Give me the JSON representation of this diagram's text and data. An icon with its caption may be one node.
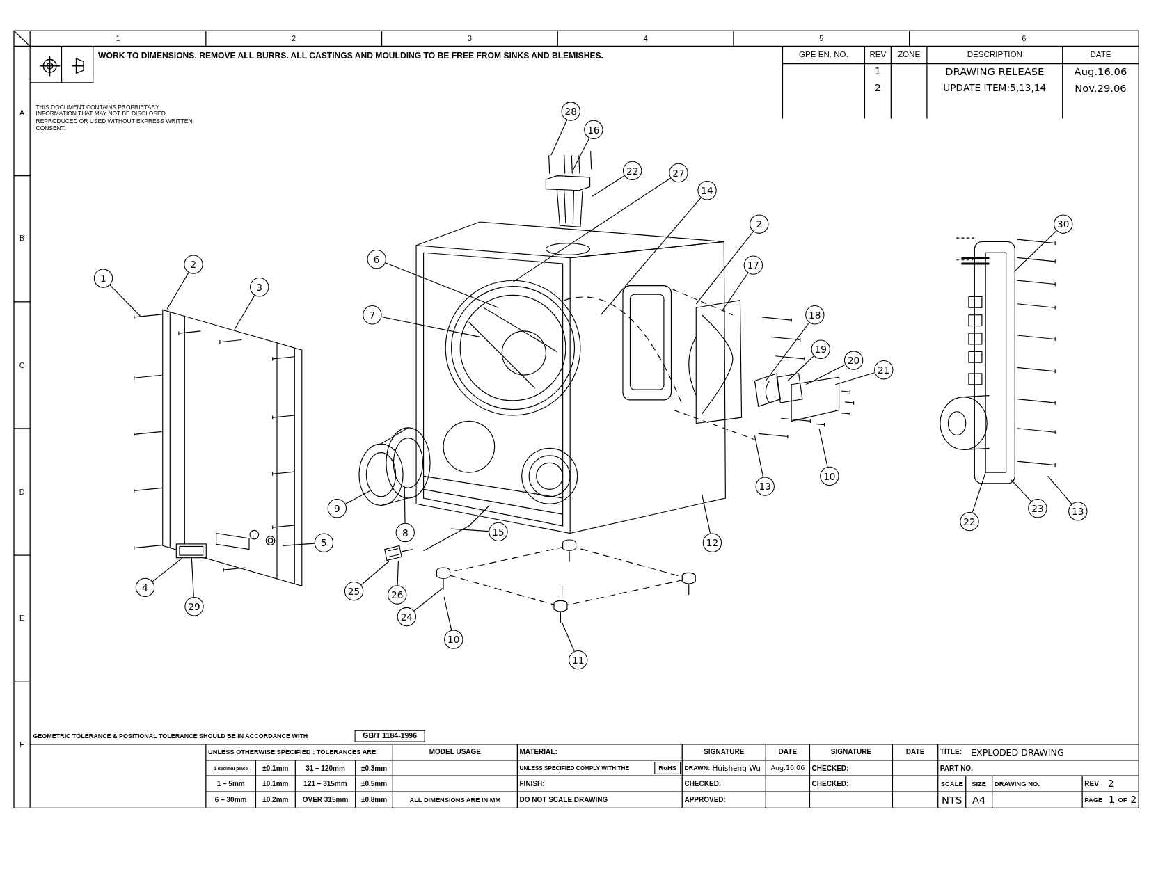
{
  "diagram": {
    "nodes": [
      {
        "text": [
          "28"
        ]
      },
      {
        "text": [
          "16"
        ]
      },
      {
        "text": [
          "22"
        ]
      },
      {
        "text": [
          "27"
        ]
      },
      {
        "text": [
          "14"
        ]
      },
      {
        "text": [
          "2"
        ]
      },
      {
        "text": [
          "30"
        ]
      },
      {
        "text": [
          "6"
        ]
      },
      {
        "text": [
          "2"
        ]
      },
      {
        "text": [
          "17"
        ]
      },
      {
        "text": [
          "1"
        ]
      },
      {
        "text": [
          "3"
        ]
      },
      {
        "text": [
          "7"
        ]
      },
      {
        "text": [
          "18"
        ]
      },
      {
        "text": [
          "19"
        ]
      },
      {
        "text": [
          "20"
        ]
      },
      {
        "text": [
          "21"
        ]
      },
      {
        "text": [
          "10"
        ]
      },
      {
        "text": [
          "13"
        ]
      },
      {
        "text": [
          "23"
        ]
      },
      {
        "text": [
          "9"
        ]
      },
      {
        "text": [
          "13"
        ]
      },
      {
        "text": [
          "22"
        ]
      },
      {
        "text": [
          "8"
        ]
      },
      {
        "text": [
          "15"
        ]
      },
      {
        "text": [
          "5"
        ]
      },
      {
        "text": [
          "12"
        ]
      },
      {
        "text": [
          "4"
        ]
      },
      {
        "text": [
          "25"
        ]
      },
      {
        "text": [
          "26"
        ]
      },
      {
        "text": [
          "29"
        ]
      },
      {
        "text": [
          "24"
        ]
      },
      {
        "text": [
          "10"
        ]
      },
      {
        "text": [
          "11"
        ]
      },
      {
        "text": [],
        "shape": "box"
      },
      {
        "text": [],
        "shape": "picture"
      }
    ],
    "edges": [
      {
        "from": 0,
        "to": null,
        "arrow": "none"
      },
      {
        "from": 1,
        "to": null,
        "arrow": "none"
      },
      {
        "from": 2,
        "to": null,
        "arrow": "none"
      },
      {
        "from": 3,
        "to": null,
        "arrow": "none"
      },
      {
        "from": 4,
        "to": null,
        "arrow": "none"
      },
      {
        "from": 5,
        "to": null,
        "arrow": "none"
      },
      {
        "from": 6,
        "to": null,
        "arrow": "none"
      },
      {
        "from": 7,
        "to": null,
        "arrow": "none"
      },
      {
        "from": 8,
        "to": null,
        "arrow": "none"
      },
      {
        "from": 9,
        "to": null,
        "arrow": "none"
      },
      {
        "from": 10,
        "to": null,
        "arrow": "none"
      },
      {
        "from": 11,
        "to": null,
        "arrow": "none"
      },
      {
        "from": 12,
        "to": null,
        "arrow": "none"
      },
      {
        "from": 13,
        "to": null,
        "arrow": "none"
      },
      {
        "from": 14,
        "to": null,
        "arrow": "none"
      },
      {
        "from": 15,
        "to": null,
        "arrow": "none"
      },
      {
        "from": 16,
        "to": null,
        "arrow": "none"
      },
      {
        "from": 17,
        "to": null,
        "arrow": "none"
      },
      {
        "from": 18,
        "to": null,
        "arrow": "none"
      },
      {
        "from": 19,
        "to": null,
        "arrow": "none"
      },
      {
        "from": 20,
        "to": null,
        "arrow": "none"
      },
      {
        "from": 21,
        "to": null,
        "arrow": "none"
      },
      {
        "from": 22,
        "to": null,
        "arrow": "none"
      },
      {
        "from": 23,
        "to": null,
        "arrow": "none"
      },
      {
        "from": 24,
        "to": null,
        "arrow": "none"
      },
      {
        "from": 25,
        "to": null,
        "arrow": "none"
      },
      {
        "from": 26,
        "to": null,
        "arrow": "none"
      },
      {
        "from": 27,
        "to": 34,
        "arrow": "none"
      },
      {
        "from": 28,
        "to": 35,
        "arrow": "none"
      },
      {
        "from": 29,
        "to": 35,
        "arrow": "none"
      },
      {
        "from": 30,
        "to": 34,
        "arrow": "none"
      },
      {
        "from": 31,
        "to": null,
        "arrow": "none"
      },
      {
        "from": 32,
        "to": null,
        "arrow": "none"
      },
      {
        "from": 33,
        "to": null,
        "arrow": "none"
      }
    ],
    "labels": [
      "1",
      "2",
      "3",
      "4",
      "5",
      "6",
      "WORK TO DIMENSIONS. REMOVE ALL BURRS. ALL CASTINGS AND MOULDING TO BE FREE FROM SINKS AND BLEMISHES.",
      "GPE EN. NO.",
      "REV",
      "ZONE",
      "DESCRIPTION",
      "DATE",
      "1",
      "DRAWING RELEASE",
      "Aug.16.06",
      "2",
      "UPDATE ITEM:5,13,14",
      "Nov.29.06",
      "A",
      "THIS DOCUMENT CONTAINS PROPRIETARY INFORMATION THAT MAY NOT BE DISCLOSED, REPRODUCED OR USED WITHOUT EXPRESS WRITTEN CONSENT.",
      "B",
      "C",
      "D",
      "E",
      "GEOMETRIC TOLERANCE & POSITIONAL TOLERANCE SHOULD BE IN ACCORDANCE WITH",
      "GB/T 1184-1996",
      "F",
      "UNLESS OTHERWISE SPECIFIED : TOLERANCES ARE",
      "MODEL USAGE",
      "MATERIAL:",
      "SIGNATURE",
      "DATE",
      "SIGNATURE",
      "DATE",
      "TITLE:",
      "EXPLODED DRAWING",
      "1 decimal place",
      "±0.1mm",
      "31 – 120mm",
      "±0.3mm",
      "UNLESS SPECIFIED COMPLY WITH THE",
      "RoHS",
      "DRAWN:",
      "Huisheng Wu",
      "Aug.16.06",
      "CHECKED:",
      "PART NO.",
      "1 – 5mm",
      "±0.1mm",
      "121 – 315mm",
      "±0.5mm",
      "FINISH:",
      "CHECKED:",
      "CHECKED:",
      "SCALE",
      "SIZE",
      "DRAWING NO.",
      "REV",
      "2",
      "6 – 30mm",
      "±0.2mm",
      "OVER 315mm",
      "±0.8mm",
      "ALL DIMENSIONS ARE IN MM",
      "DO NOT SCALE DRAWING",
      "APPROVED:",
      "NTS",
      "A4",
      "PAGE",
      "1",
      "OF",
      "2"
    ]
  }
}
